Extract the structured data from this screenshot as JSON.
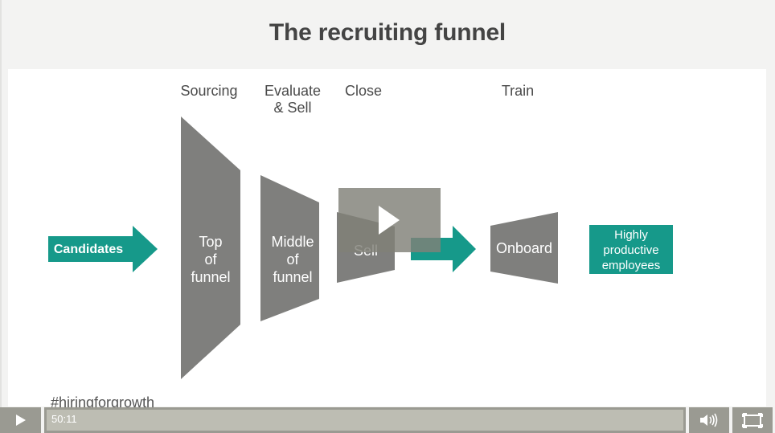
{
  "slide": {
    "title": "The recruiting funnel",
    "stages": {
      "sourcing": "Sourcing",
      "evaluate_line1": "Evaluate",
      "evaluate_line2": "& Sell",
      "close": "Close",
      "train": "Train"
    },
    "input_label": "Candidates",
    "funnel_top": [
      "Top",
      "of",
      "funnel"
    ],
    "funnel_middle": [
      "Middle",
      "of",
      "funnel"
    ],
    "funnel_sell": "Sell",
    "onboard": "Onboard",
    "output_label": [
      "Highly",
      "productive",
      "employees"
    ],
    "hashtag": "#hiringforgrowth",
    "colors": {
      "teal": "#16998a",
      "gray": "#7f7f7d",
      "title": "#444444"
    }
  },
  "player": {
    "time": "50:11",
    "play_icon": "play-icon",
    "volume_icon": "volume-icon",
    "fullscreen_icon": "fullscreen-icon"
  }
}
